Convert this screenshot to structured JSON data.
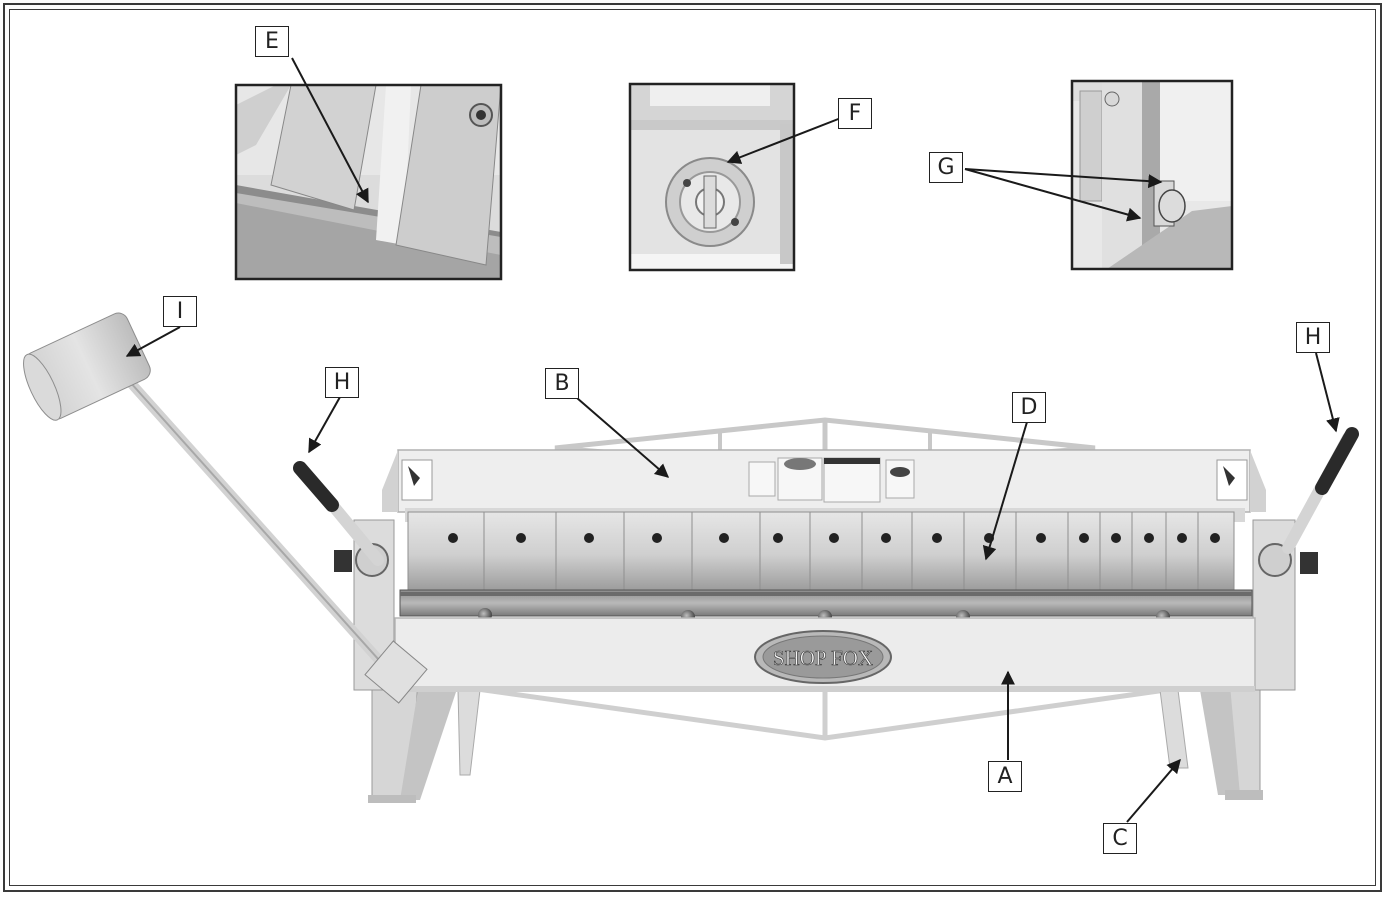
{
  "figure": {
    "callouts": [
      {
        "id": "label-A",
        "text": "A"
      },
      {
        "id": "label-B",
        "text": "B"
      },
      {
        "id": "label-C",
        "text": "C"
      },
      {
        "id": "label-D",
        "text": "D"
      },
      {
        "id": "label-E",
        "text": "E"
      },
      {
        "id": "label-F",
        "text": "F"
      },
      {
        "id": "label-G",
        "text": "G"
      },
      {
        "id": "label-H-left",
        "text": "H"
      },
      {
        "id": "label-H-right",
        "text": "H"
      },
      {
        "id": "label-I",
        "text": "I"
      }
    ],
    "brand_badge_text": "SHOP FOX",
    "colors": {
      "frame": "#3a3a3a",
      "machine_body": "#ececec",
      "clamp_fingers": "#cfcfcf",
      "handle_grip": "#2a2a2a",
      "leader_lines": "#1a1a1a"
    }
  }
}
